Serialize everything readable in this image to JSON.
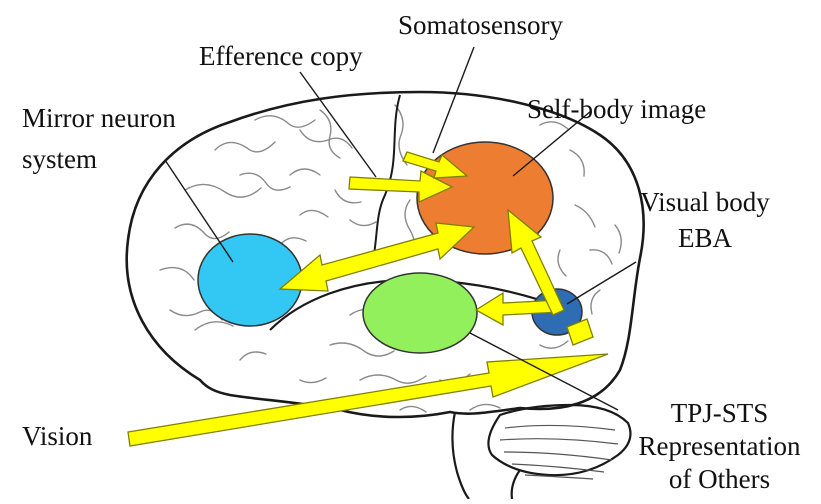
{
  "labels": {
    "somatosensory": "Somatosensory",
    "efference_copy": "Efference copy",
    "mirror_neuron_1": "Mirror neuron",
    "mirror_neuron_2": "system",
    "self_body_image": "Self-body image",
    "visual_body": "Visual body",
    "eba": "EBA",
    "vision": "Vision",
    "tpj_sts": "TPJ-STS",
    "representation": "Representation",
    "of_others": "of Others"
  },
  "colors": {
    "self_body_region": "#ed7d31",
    "mirror_region": "#33c7f4",
    "tpj_region": "#92f05c",
    "eba_region": "#2e6cb3",
    "arrow_fill": "#ffff00",
    "arrow_stroke": "#808000",
    "brain_outline": "#1a1a1a",
    "sulci": "#7a7a7a"
  }
}
